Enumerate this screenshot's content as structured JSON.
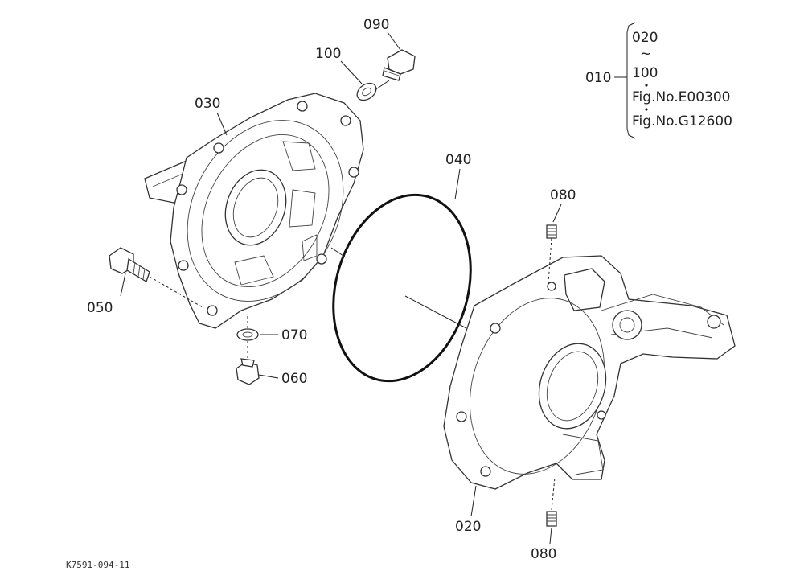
{
  "labels": {
    "p090": "090",
    "p100": "100",
    "p030": "030",
    "p040": "040",
    "p080_top": "080",
    "p050": "050",
    "p070": "070",
    "p060": "060",
    "p020": "020",
    "p080_bottom": "080",
    "p010": "010"
  },
  "note": {
    "from": "020",
    "tilde": "~",
    "to": "100",
    "ref1": "Fig.No.E00300",
    "ref2": "Fig.No.G12600"
  },
  "drawing_code": "K7591-094-11"
}
